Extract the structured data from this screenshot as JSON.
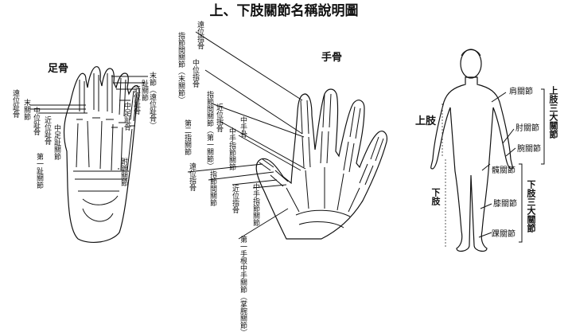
{
  "title": "上、下肢關節名稱說明圖",
  "foot": {
    "heading": "足骨",
    "labels": {
      "distal_phalanx": "遠位趾骨",
      "end_joint": "末關節",
      "middle_phalanx": "中位趾骨",
      "proximal_phalanx": "近位趾骨",
      "mtp_joint": "中足趾關節",
      "first_toe_joint": "第一趾關節",
      "end_joint_distal": "末節（遠位趾骨）",
      "toe_joint": "趾關節",
      "proximal_phalanx_r": "近位趾骨",
      "metatarsal": "中足趾骨",
      "tarsometatarsal": "跗蹠關節"
    }
  },
  "hand": {
    "heading": "手骨",
    "labels": {
      "distal_phalanx": "遠位指骨",
      "dip_joint": "指節間關節（末關節）",
      "middle_phalanx": "中位指骨",
      "second_joint": "第二指關節",
      "proximal_phalanx": "近位指骨",
      "pip_joint": "指節間關節（第一關節）",
      "metacarpophalangeal": "中手指節關節",
      "metacarpal": "中手骨",
      "distal_phalanx_thumb": "遠位指骨",
      "ip_joint_thumb": "指節間關節",
      "proximal_phalanx_thumb": "近位指骨",
      "mcp_thumb": "中手指節關節",
      "first_cmc": "第一手根中手關節（掌腕關節）"
    }
  },
  "body": {
    "upper_limb": "上肢",
    "lower_limb": "下肢",
    "shoulder": "肩關節",
    "elbow": "肘關節",
    "wrist": "腕關節",
    "hip": "髖關節",
    "knee": "膝關節",
    "ankle": "踝關節",
    "upper_three": "上肢三大關節",
    "lower_three": "下肢三大關節"
  }
}
